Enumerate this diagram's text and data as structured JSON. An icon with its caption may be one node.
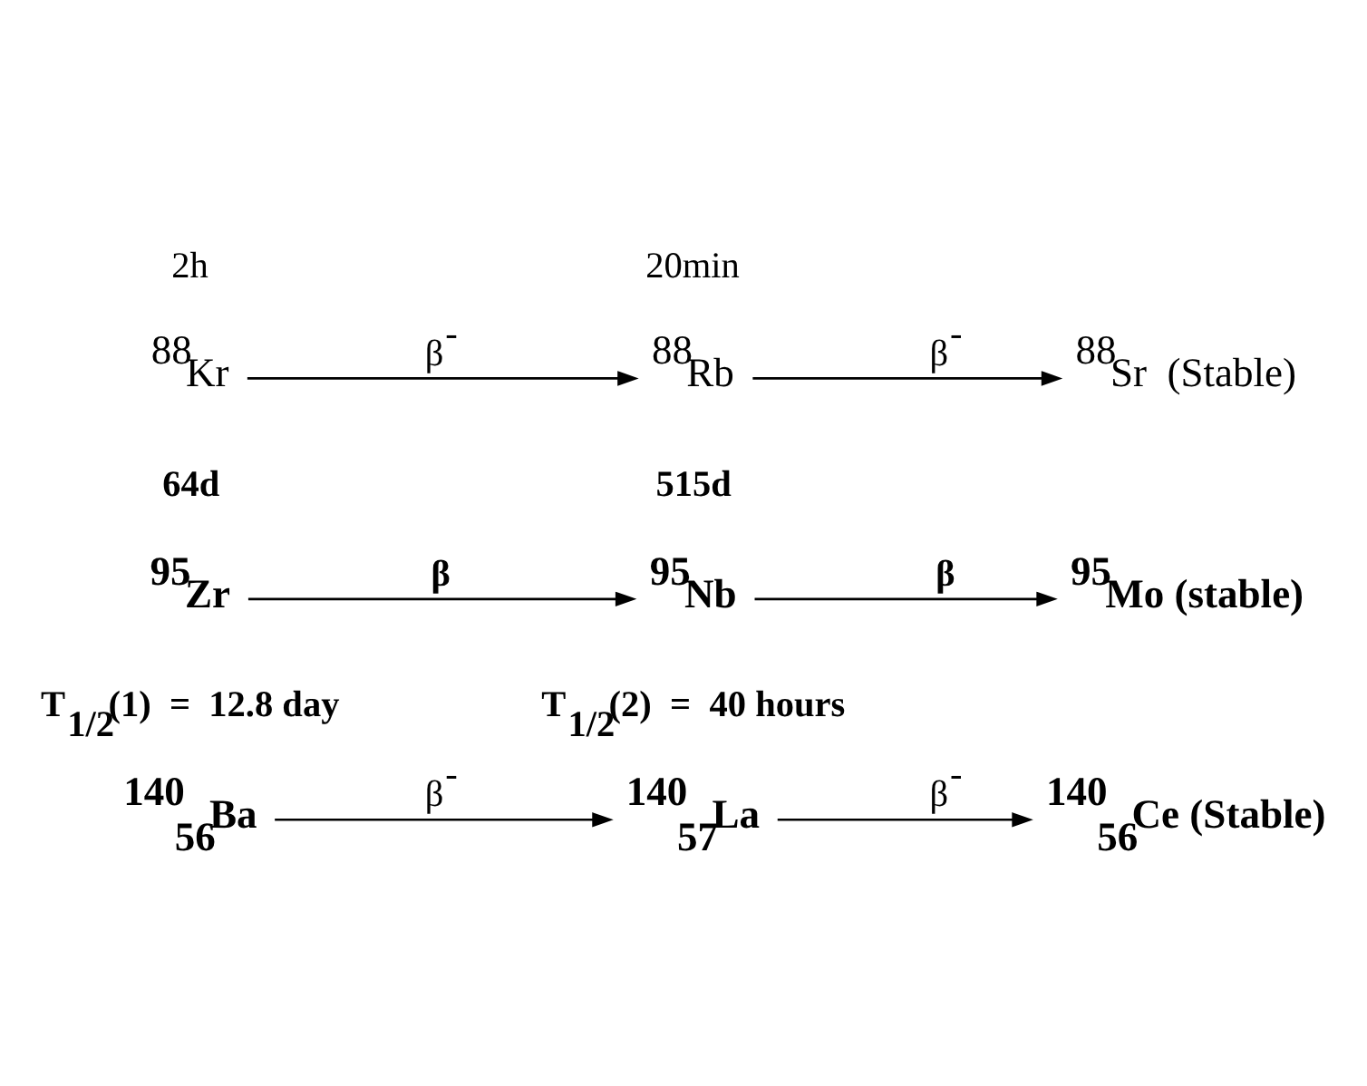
{
  "diagram": {
    "nodes": [
      {
        "text": [
          "$^{140}$$_{56}$Ba"
        ]
      },
      {
        "text": [
          "$^{140}$$_{57}$La"
        ]
      },
      {
        "text": [
          "$^{140}$$_{56}$Ce (Stable)"
        ]
      },
      {
        "text": [
          "$^{95}$Zr"
        ]
      },
      {
        "text": [
          "$^{95}$Nb"
        ]
      },
      {
        "text": [
          "$^{95}$Mo (stable)"
        ]
      },
      {
        "text": [
          "$^{88}$Kr"
        ]
      },
      {
        "text": [
          "$^{88}$Rb"
        ]
      },
      {
        "text": [
          "$^{88}$Sr  (Stable)"
        ]
      }
    ],
    "edges": [
      {
        "from": 0,
        "to": 1,
        "arrow": "to",
        "label": "β$^{-}$"
      },
      {
        "from": 1,
        "to": 2,
        "arrow": "to",
        "label": "β$^{-}$"
      },
      {
        "from": 3,
        "to": 4,
        "arrow": "to",
        "label": "β"
      },
      {
        "from": 4,
        "to": 5,
        "arrow": "to",
        "label": "β"
      },
      {
        "from": 6,
        "to": 7,
        "arrow": "to",
        "label": "β$^{-}$"
      },
      {
        "from": 7,
        "to": 8,
        "arrow": "to",
        "label": "β$^{-}$"
      }
    ],
    "labels": [
      "T$_{1/2}$(1)  =  12.8 day",
      "T$_{1/2}$(2)  =  40 hours",
      "64d",
      "515d",
      "2h",
      "20min"
    ]
  }
}
